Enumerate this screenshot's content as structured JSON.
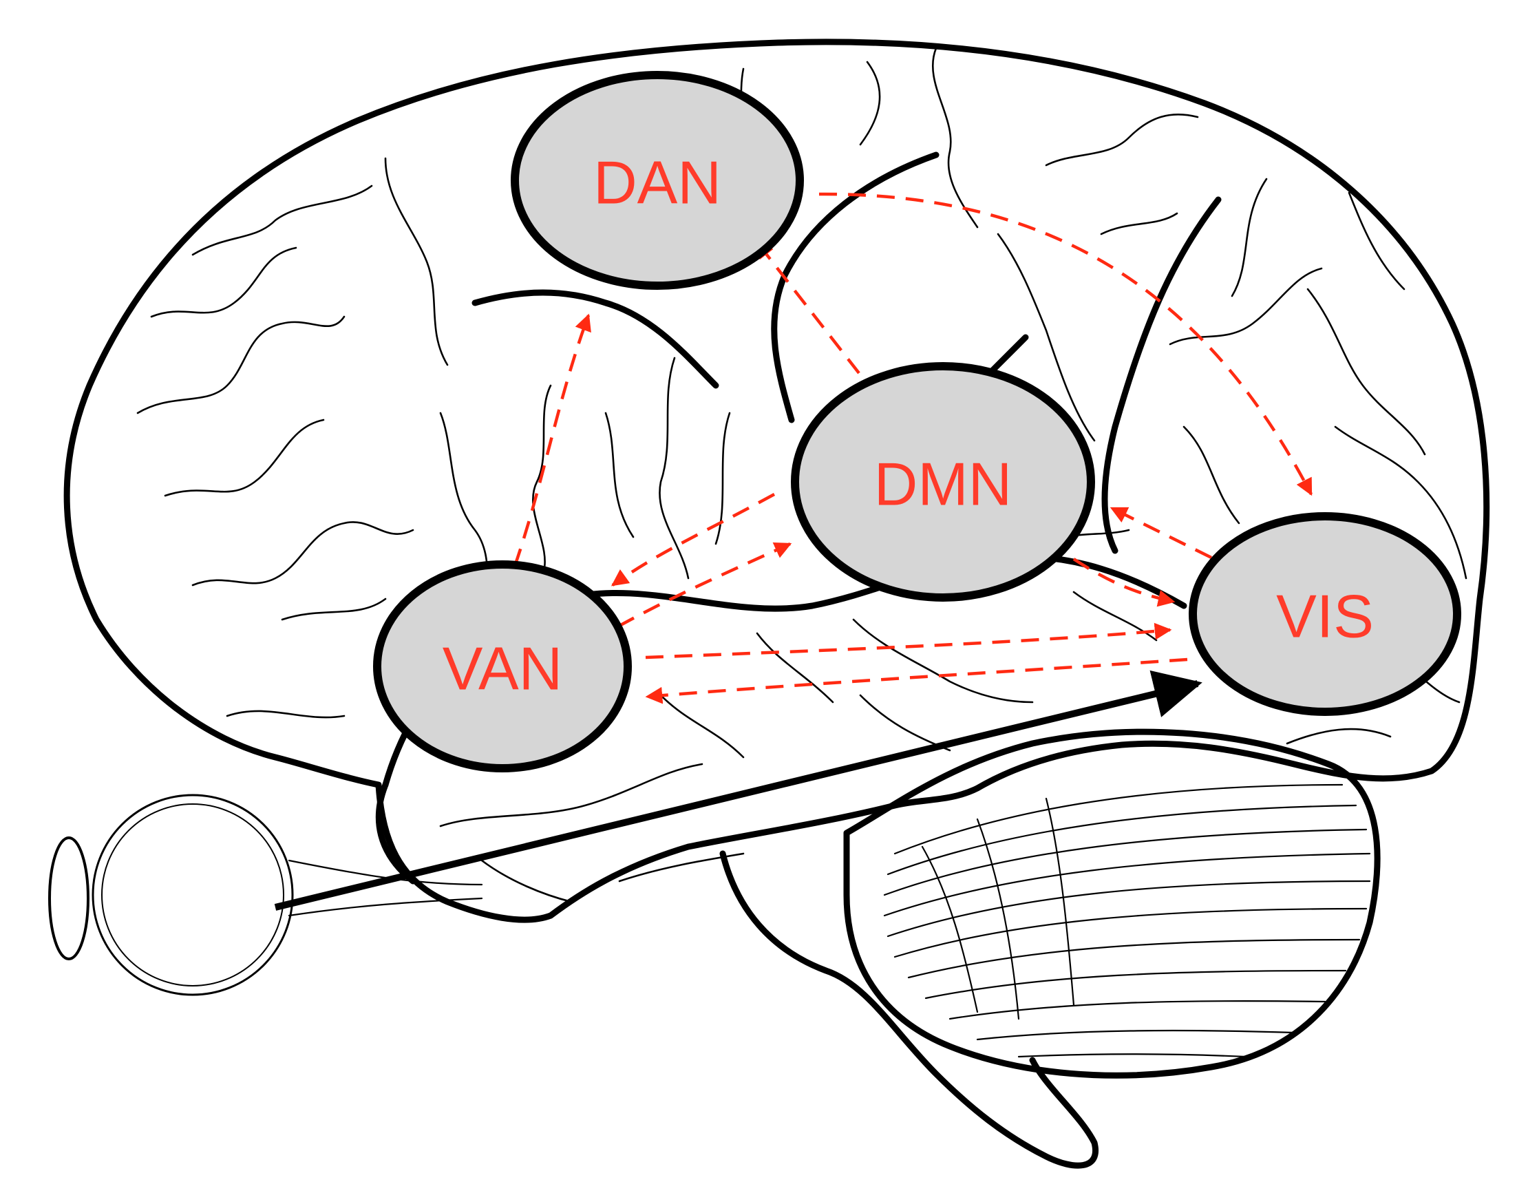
{
  "diagram": {
    "nodes": [
      {
        "id": "dan",
        "label": "DAN"
      },
      {
        "id": "dmn",
        "label": "DMN"
      },
      {
        "id": "van",
        "label": "VAN"
      },
      {
        "id": "vis",
        "label": "VIS"
      }
    ],
    "connections": [
      {
        "from": "van",
        "to": "dan",
        "style": "dashed",
        "color": "#ff2a12"
      },
      {
        "from": "dmn",
        "to": "dan",
        "style": "dashed",
        "color": "#ff2a12"
      },
      {
        "from": "dan",
        "to": "vis",
        "style": "dashed",
        "color": "#ff2a12"
      },
      {
        "from": "dmn",
        "to": "van",
        "style": "dashed",
        "color": "#ff2a12"
      },
      {
        "from": "van",
        "to": "dmn",
        "style": "dashed",
        "color": "#ff2a12"
      },
      {
        "from": "vis",
        "to": "dmn",
        "style": "dashed",
        "color": "#ff2a12"
      },
      {
        "from": "dmn",
        "to": "vis",
        "style": "dashed",
        "color": "#ff2a12"
      },
      {
        "from": "van",
        "to": "vis",
        "style": "dashed",
        "color": "#ff2a12"
      },
      {
        "from": "vis",
        "to": "van",
        "style": "dashed",
        "color": "#ff2a12"
      },
      {
        "from": "eye",
        "to": "vis",
        "style": "solid",
        "color": "#000000"
      }
    ],
    "colors": {
      "node_fill": "#d6d6d6",
      "label": "#ff3b2a",
      "dashed_link": "#ff2a12",
      "outline": "#000000"
    },
    "icons": [
      "brain-outline",
      "eye-icon",
      "cerebellum"
    ]
  }
}
